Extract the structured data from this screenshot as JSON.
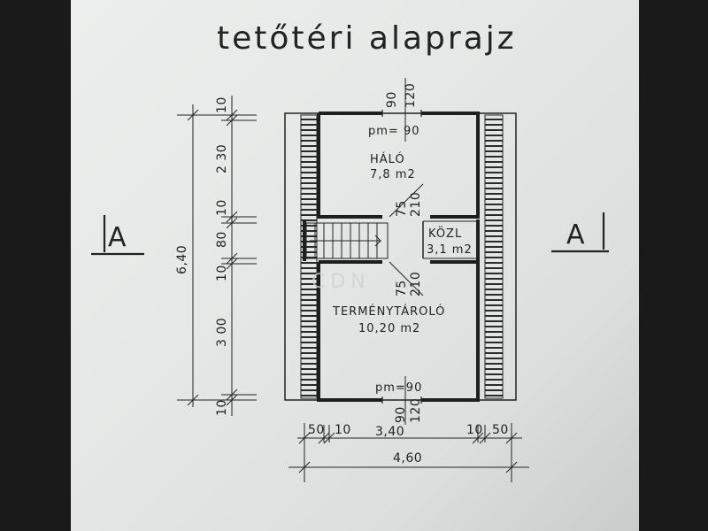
{
  "title": "tetőtéri alaprajz",
  "section_markers": {
    "left": "A",
    "right": "A"
  },
  "rooms": [
    {
      "name": "HÁLÓ",
      "area": "7,8 m2",
      "height_label": "pm= 90"
    },
    {
      "name": "KÖZL",
      "area": "3,1 m2"
    },
    {
      "name": "TERMÉNYTÁROLÓ",
      "area": "10,20 m2",
      "height_label": "pm=90"
    }
  ],
  "vertical_dims": {
    "total": "6,40",
    "segments": [
      "10",
      "2 30",
      "10",
      "80",
      "10",
      "3 00",
      "10"
    ]
  },
  "horizontal_dims": {
    "segments": [
      "50",
      "10",
      "3,40",
      "10",
      "50"
    ],
    "total": "4,60"
  },
  "openings": {
    "top_window": [
      "90",
      "120"
    ],
    "bottom_window": [
      "90",
      "120"
    ],
    "door_upper": [
      "75",
      "210"
    ],
    "door_lower": [
      "75",
      "210"
    ]
  },
  "watermark": "CDN"
}
